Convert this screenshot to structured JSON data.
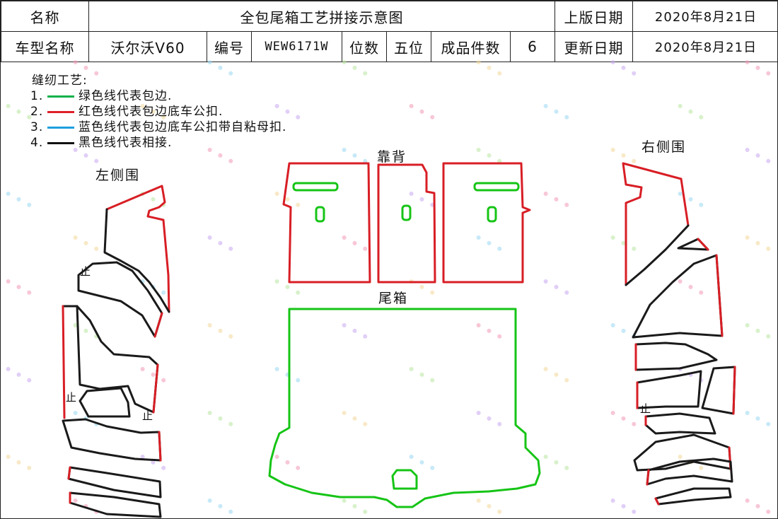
{
  "header": {
    "name_label": "名称",
    "title": "全包尾箱工艺拼接示意图",
    "release_date_label": "上版日期",
    "release_date": "2020年8月21日",
    "model_name_label": "车型名称",
    "model_name": "沃尔沃V60",
    "code_label": "编号",
    "code": "WEW6171W",
    "position_label": "位数",
    "position": "五位",
    "piece_count_label": "成品件数",
    "piece_count": "6",
    "update_date_label": "更新日期",
    "update_date": "2020年8月21日"
  },
  "legend": {
    "title": "缝纫工艺:",
    "items": [
      {
        "num": "1.",
        "color": "#12b24a",
        "text": "绿色线代表包边."
      },
      {
        "num": "2.",
        "color": "#e0202a",
        "text": "红色线代表包边底车公扣."
      },
      {
        "num": "3.",
        "color": "#1e9fe0",
        "text": "蓝色线代表包边底车公扣带自粘母扣."
      },
      {
        "num": "4.",
        "color": "#111111",
        "text": "黑色线代表相接."
      }
    ]
  },
  "parts": {
    "left_side": "左侧围",
    "right_side": "右侧围",
    "backrest": "靠背",
    "trunk": "尾箱"
  },
  "marks": {
    "join": "止"
  },
  "colors": {
    "green": "#16c416",
    "red": "#d81e25",
    "black": "#1a1a1a"
  }
}
